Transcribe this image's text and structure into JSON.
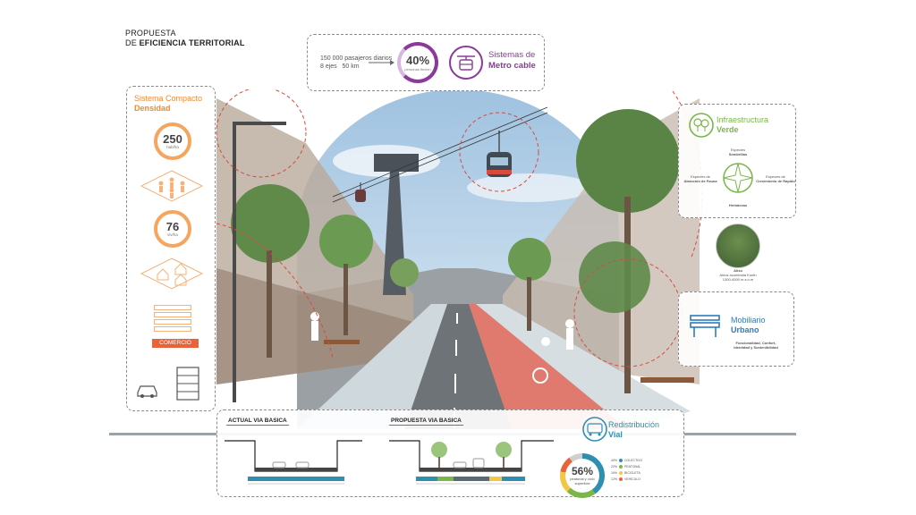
{
  "title": {
    "line1": "PROPUESTA",
    "line2_prefix": "DE ",
    "line2_bold": "EFICIENCIA TERRITORIAL"
  },
  "metro": {
    "passengers": "150 000 pasajeros diarios",
    "detail_a": "8 ejes",
    "detail_b": "50 km",
    "percent": "40%",
    "percent_sub": "personas\nflexión",
    "label_line1": "Sistemas de",
    "label_line2": "Metro cable",
    "icon": "cable-car-icon"
  },
  "compact": {
    "title_line1": "Sistema Compacto",
    "title_line2": "Densidad",
    "stat1": {
      "value": "250",
      "unit": "hab/ha"
    },
    "stat2": {
      "value": "76",
      "unit": "viv/ha"
    },
    "comercio": "COMERCIO",
    "icons": [
      "people-icon",
      "houses-icon",
      "car-icon",
      "building-icon"
    ]
  },
  "infra": {
    "title_line1": "Infraestructura",
    "title_line2": "Verde",
    "top_label_a": "Especies",
    "top_label_b": "Sombrillas",
    "left_label_a": "Especies de",
    "left_label_b": "Atracción de Fauna",
    "right_label_a": "Especies de",
    "right_label_b": "Crecimiento de Rapido",
    "bottom_label": "Herbáceas",
    "icon": "trees-icon"
  },
  "tree_note": {
    "title": "Aliso",
    "desc_a": "Alnus acuminata Kunth",
    "desc_b": "1300-4000 m.s.n.m"
  },
  "mobil": {
    "title_line1": "Mobiliario",
    "title_line2": "Urbano",
    "desc_a": "Funcionalidad, Confort,",
    "desc_b": "Identidad y Sostenibilidad",
    "icon": "bench-icon"
  },
  "bottom": {
    "actual": "ACTUAL VIA BASICA",
    "propuesta": "PROPUESTA VIA BASICA",
    "vial_line1": "Redistribución",
    "vial_line2": "Vial",
    "vial_percent": "56%",
    "vial_sub": "peatonal y ciclo\nsuperficie",
    "legend": [
      {
        "pct": "40%",
        "label": "COLECTIVO",
        "color": "#2e8fb0"
      },
      {
        "pct": "22%",
        "label": "PEATONAL",
        "color": "#7ab648"
      },
      {
        "pct": "16%",
        "label": "BICICLETA",
        "color": "#f2c744"
      },
      {
        "pct": "12%",
        "label": "VEHÍCULO",
        "color": "#e8633a"
      }
    ],
    "icon": "bus-icon"
  },
  "colors": {
    "metro": "#8b3a9b",
    "compact": "#f08a2c",
    "green": "#7ab648",
    "blue": "#2e7bbf",
    "accent_red": "#d94a3c"
  }
}
